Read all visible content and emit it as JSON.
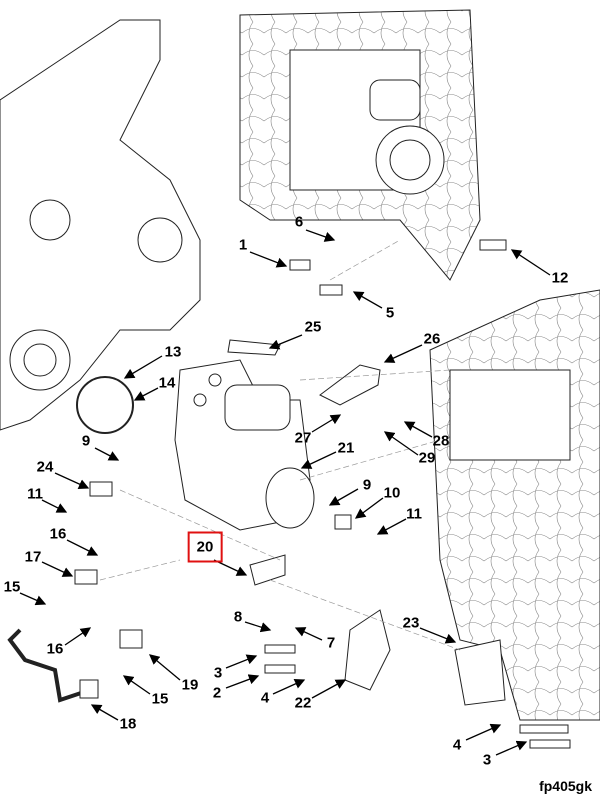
{
  "diagram": {
    "figure_code": "fp405gk",
    "highlighted_callout": "20",
    "highlight_color": "#e01010",
    "callouts": [
      "1",
      "6",
      "12",
      "5",
      "25",
      "13",
      "14",
      "26",
      "9",
      "27",
      "28",
      "21",
      "29",
      "24",
      "11",
      "9",
      "10",
      "11",
      "16",
      "20",
      "17",
      "15",
      "8",
      "7",
      "16",
      "23",
      "19",
      "3",
      "2",
      "4",
      "22",
      "15",
      "18",
      "4",
      "3"
    ]
  }
}
